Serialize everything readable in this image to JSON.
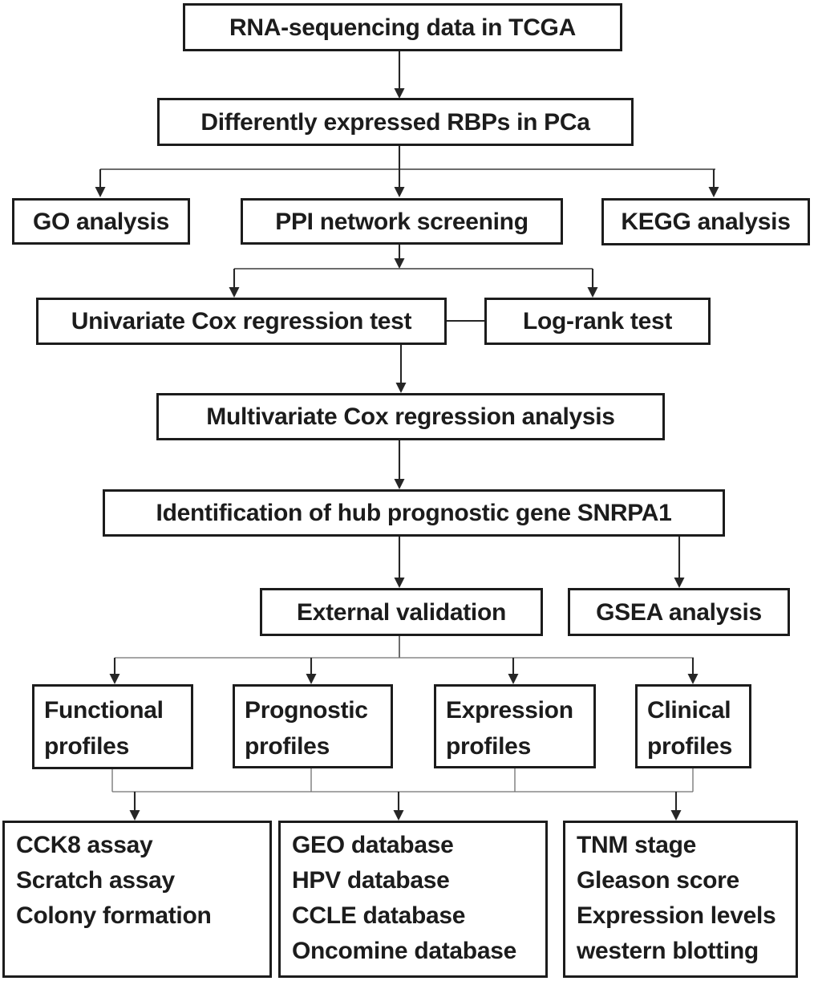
{
  "figure": {
    "colors": {
      "background": "#ffffff",
      "box_border": "#1c1c1c",
      "text": "#1c1c1c",
      "connector_main": "#262626",
      "connector_thin": "#3c3c3c",
      "connector_hair": "#707070"
    }
  },
  "nodes": {
    "rna_seq": {
      "label": "RNA-sequencing data in TCGA"
    },
    "rbps": {
      "label": "Differently expressed RBPs in PCa"
    },
    "go": {
      "label": "GO analysis"
    },
    "ppi": {
      "label": "PPI network screening"
    },
    "kegg": {
      "label": "KEGG analysis"
    },
    "uni_cox": {
      "label": "Univariate Cox regression test"
    },
    "log_rank": {
      "label": "Log-rank test"
    },
    "multi_cox": {
      "label": "Multivariate Cox regression analysis"
    },
    "hub_gene": {
      "label": "Identification of hub prognostic gene SNRPA1"
    },
    "external_validation": {
      "label": "External validation"
    },
    "gsea": {
      "label": "GSEA analysis"
    },
    "functional_profiles": {
      "lines": [
        "Functional",
        "profiles"
      ]
    },
    "prognostic_profiles": {
      "lines": [
        "Prognostic",
        "profiles"
      ]
    },
    "expression_profiles": {
      "lines": [
        "Expression",
        "profiles"
      ]
    },
    "clinical_profiles": {
      "lines": [
        "Clinical",
        "profiles"
      ]
    },
    "functional_assays": {
      "lines": [
        "CCK8 assay",
        "Scratch assay",
        "Colony formation"
      ]
    },
    "validation_databases": {
      "lines": [
        "GEO database",
        "HPV database",
        "CCLE database",
        "Oncomine database"
      ]
    },
    "clinical_measures": {
      "lines": [
        "TNM stage",
        "Gleason score",
        "Expression levels",
        "western blotting"
      ]
    }
  }
}
